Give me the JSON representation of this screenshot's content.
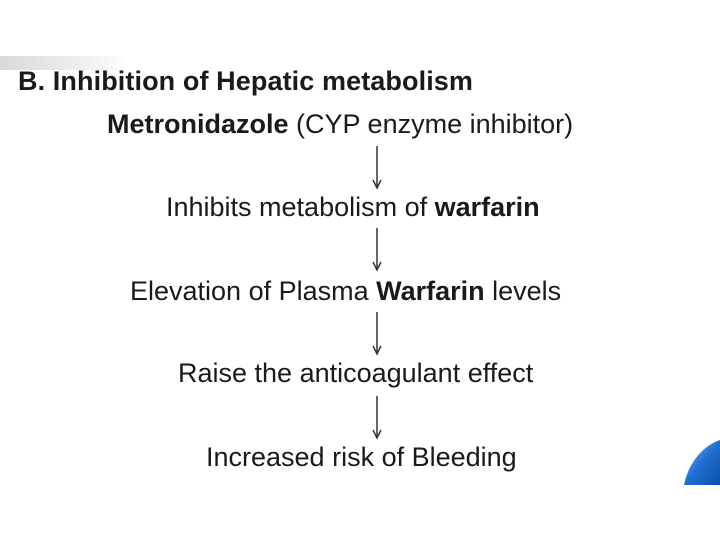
{
  "title": "B. Inhibition of Hepatic metabolism",
  "drug": {
    "name": "Metronidazole",
    "note": "(CYP enzyme inhibitor)"
  },
  "steps": [
    {
      "pre": "Inhibits metabolism of ",
      "bold": "warfarin",
      "post": ""
    },
    {
      "pre": "Elevation of Plasma ",
      "bold": "Warfarin",
      "post": " levels"
    },
    {
      "pre": "Raise the anticoagulant effect",
      "bold": "",
      "post": ""
    },
    {
      "pre": "Increased risk of Bleeding",
      "bold": "",
      "post": ""
    }
  ],
  "colors": {
    "text": "#1a1a1a",
    "arrow": "#333333",
    "corner_accent": "#1f6fd1"
  }
}
